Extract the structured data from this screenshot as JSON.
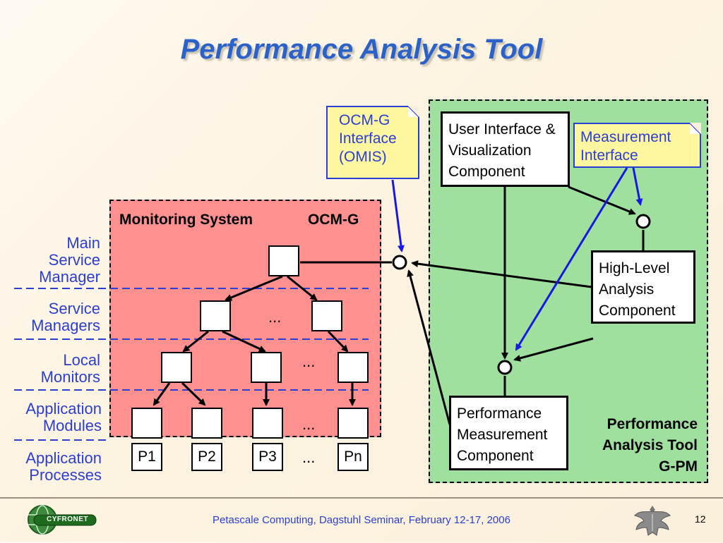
{
  "title": "Performance Analysis Tool",
  "monitoring": {
    "label": "Monitoring System",
    "sublabel": "OCM-G"
  },
  "layers": {
    "main_service_manager": "Main Service Manager",
    "service_managers": "Service Managers",
    "local_monitors": "Local Monitors",
    "application_modules": "Application Modules",
    "application_processes": "Application Processes"
  },
  "processes": [
    "P1",
    "P2",
    "P3",
    "Pn"
  ],
  "ellipsis": "...",
  "notes": {
    "ocm_g_interface": "OCM-G Interface (OMIS)",
    "measurement_interface": "Measurement Interface"
  },
  "components": {
    "ui_vis": "User Interface & Visualization Component",
    "high_level": "High-Level Analysis Component",
    "perf_measurement": "Performance Measurement Component"
  },
  "tool_label": {
    "line1": "Performance",
    "line2": "Analysis Tool",
    "line3": "G-PM"
  },
  "logo_text": "CYFRONET",
  "footer": "Petascale Computing, Dagstuhl Seminar, February 12-17, 2006",
  "page_number": "12",
  "colors": {
    "title": "#2a62c9",
    "monitoring_bg": "#ff8f8f",
    "tool_bg": "#9de09d",
    "note_bg": "#fff7a0",
    "label": "#2a3fd1"
  }
}
